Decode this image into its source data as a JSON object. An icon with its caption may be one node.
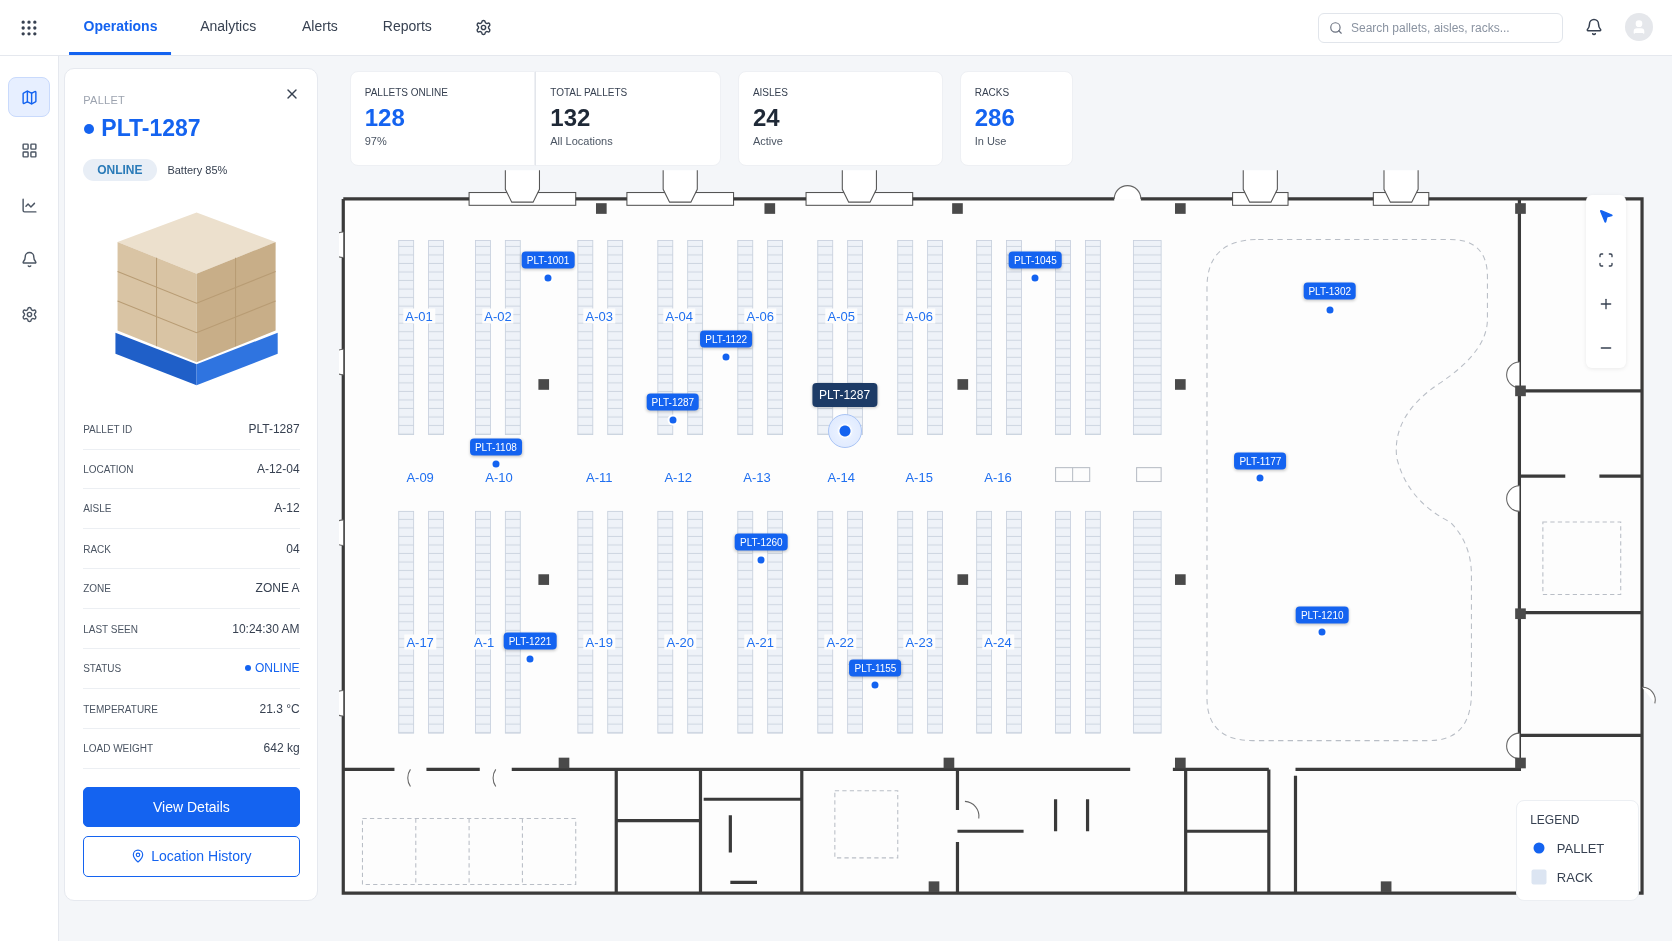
{
  "diagram": {
    "nodes": [
      {
        "text": [
          "PALLETS ONLINE",
          "128",
          "97%"
        ]
      },
      {
        "text": [
          "TOTAL PALLETS",
          "132",
          "All Locations"
        ]
      },
      {
        "text": [
          "AISLES",
          "24",
          "Active"
        ]
      },
      {
        "text": [
          "RACKS",
          "286",
          "In Use"
        ]
      },
      {
        "text": [
          "PALLET",
          "PLT-1287"
        ]
      },
      {
        "text": [
          "PLT-1001"
        ]
      },
      {
        "text": [
          "PLT-1045"
        ]
      },
      {
        "text": [
          "PLT-1302"
        ]
      },
      {
        "text": [
          "PLT-1122"
        ]
      },
      {
        "text": [
          "PLT-1287"
        ]
      },
      {
        "text": [
          "PLT-1287"
        ]
      },
      {
        "text": [
          "PLT-1108"
        ]
      },
      {
        "text": [
          "PLT-1177"
        ]
      },
      {
        "text": [
          "PLT-1260"
        ]
      },
      {
        "text": [
          "PLT-1210"
        ]
      },
      {
        "text": [
          "PLT-1221"
        ]
      },
      {
        "text": [
          "PLT-1155"
        ]
      }
    ],
    "labels": [
      "Operations",
      "Analytics",
      "Alerts",
      "Reports",
      "Search pallets, aisles, racks...",
      "ONLINE",
      "Battery 85%",
      "PALLET ID",
      "PLT-1287",
      "LOCATION",
      "A-12-04",
      "AISLE",
      "A-12",
      "RACK",
      "04",
      "ZONE",
      "ZONE A",
      "LAST SEEN",
      "10:24:30 AM",
      "STATUS",
      "ONLINE",
      "TEMPERATURE",
      "21.3 °C",
      "LOAD WEIGHT",
      "642 kg",
      "View Details",
      "Location History",
      "A-01",
      "A-02",
      "A-03",
      "A-04",
      "A-06",
      "A-05",
      "A-06",
      "A-09",
      "A-10",
      "A-11",
      "A-12",
      "A-13",
      "A-14",
      "A-15",
      "A-16",
      "A-17",
      "A-1",
      "A-19",
      "A-20",
      "A-21",
      "A-22",
      "A-23",
      "A-24",
      "LEGEND"
    ],
    "legend": [
      {
        "text": "PALLET",
        "color": "#1463f0"
      },
      {
        "text": "RACK",
        "color": "#dce5f2"
      }
    ]
  }
}
